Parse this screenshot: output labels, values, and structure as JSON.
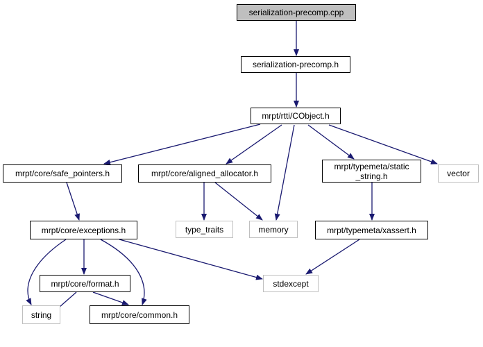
{
  "colors": {
    "edge": "#191970",
    "root_fill": "#bfbfbf",
    "external_border": "#bfbfbf"
  },
  "nodes": {
    "root": "serialization-precomp.cpp",
    "precomp_h": "serialization-precomp.h",
    "cobject": "mrpt/rtti/CObject.h",
    "safe_pointers": "mrpt/core/safe_pointers.h",
    "aligned_allocator": "mrpt/core/aligned_allocator.h",
    "static_string_1": "mrpt/typemeta/static",
    "static_string_2": "_string.h",
    "vector": "vector",
    "type_traits": "type_traits",
    "memory": "memory",
    "exceptions": "mrpt/core/exceptions.h",
    "xassert": "mrpt/typemeta/xassert.h",
    "format": "mrpt/core/format.h",
    "stdexcept": "stdexcept",
    "string": "string",
    "common": "mrpt/core/common.h"
  }
}
